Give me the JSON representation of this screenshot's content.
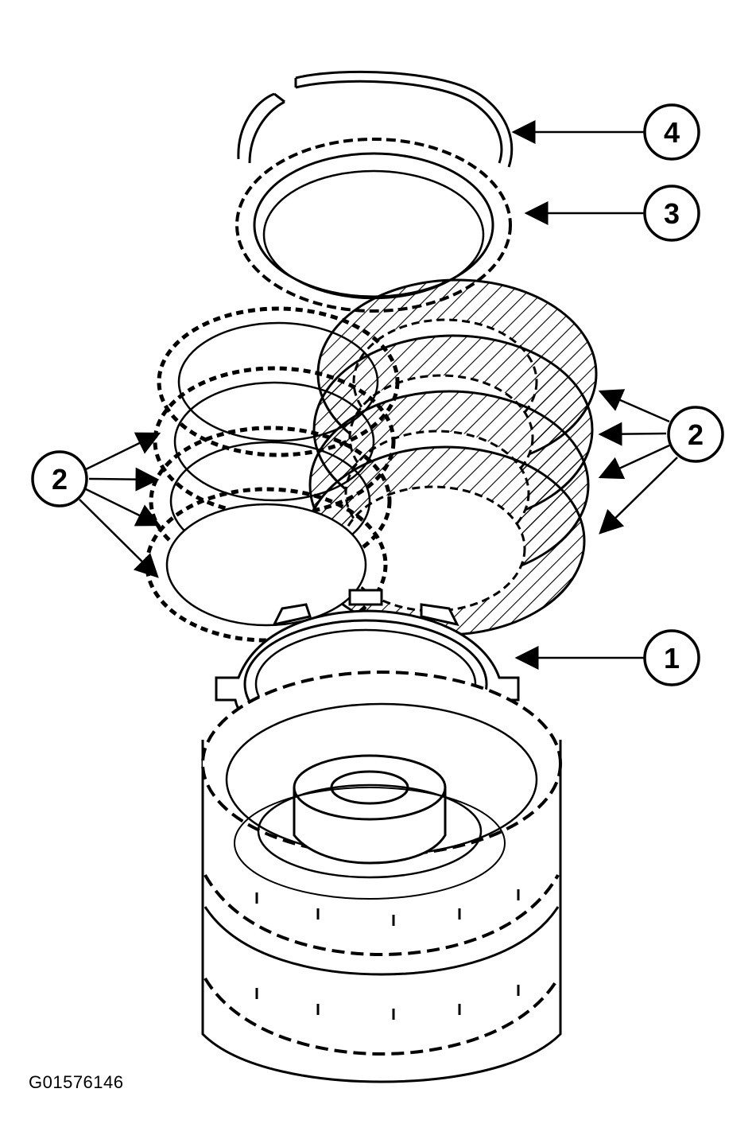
{
  "figure_id": "G01576146",
  "callouts": {
    "c4": "4",
    "c3": "3",
    "c2_left": "2",
    "c2_right": "2",
    "c1": "1"
  },
  "colors": {
    "ink": "#000000",
    "paper": "#ffffff"
  }
}
